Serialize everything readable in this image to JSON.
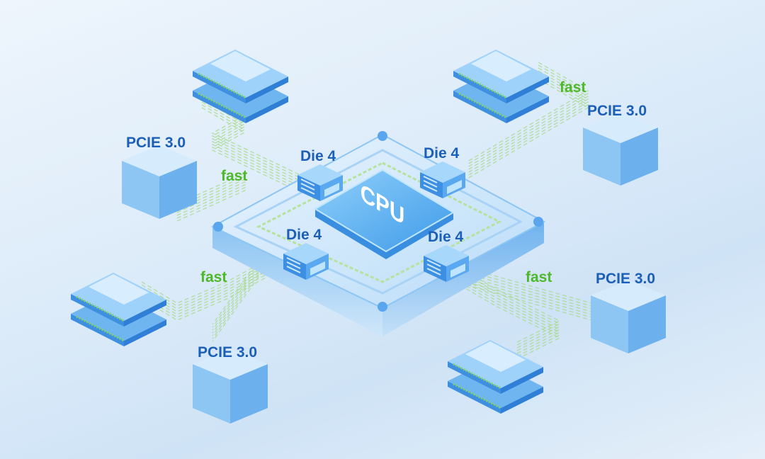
{
  "cpu_label": "CPU",
  "dies": [
    {
      "label": "Die 4"
    },
    {
      "label": "Die 4"
    },
    {
      "label": "Die 4"
    },
    {
      "label": "Die 4"
    }
  ],
  "pcie": [
    {
      "label": "PCIE 3.0"
    },
    {
      "label": "PCIE 3.0"
    },
    {
      "label": "PCIE 3.0"
    },
    {
      "label": "PCIE 3.0"
    }
  ],
  "links": [
    {
      "label": "fast"
    },
    {
      "label": "fast"
    },
    {
      "label": "fast"
    },
    {
      "label": "fast"
    }
  ],
  "colors": {
    "label_blue": "#1c5fb8",
    "link_green": "#4fb82a",
    "chip_blue": "#5aaef0"
  }
}
